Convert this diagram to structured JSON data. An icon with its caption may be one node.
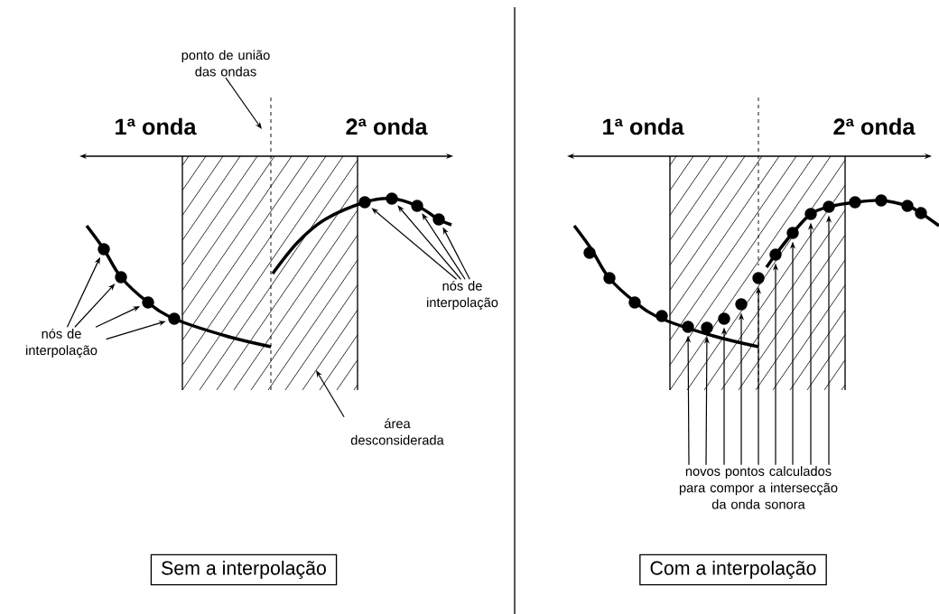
{
  "diagram": {
    "nodes": [
      {
        "text": [
          "ponto de união das ondas"
        ]
      },
      {
        "text": [
          "nós de interpolação"
        ]
      },
      {
        "text": [
          "nós de interpolação"
        ]
      },
      {
        "text": [
          "área desconsiderada"
        ]
      },
      {
        "text": [
          "novos pontos calculados para compor a intersecção da onda sonora"
        ]
      },
      {
        "text": [
          "Sem a interpolação"
        ]
      },
      {
        "text": [
          "Com a interpolação"
        ]
      },
      {
        "text": [],
        "shape": "circle"
      },
      {
        "text": [],
        "shape": "circle"
      },
      {
        "text": [],
        "shape": "circle"
      },
      {
        "text": [],
        "shape": "circle"
      },
      {
        "text": [],
        "shape": "circle"
      },
      {
        "text": [],
        "shape": "circle"
      },
      {
        "text": [],
        "shape": "circle"
      },
      {
        "text": [],
        "shape": "circle"
      },
      {
        "text": [],
        "shape": "circle"
      },
      {
        "text": [],
        "shape": "circle"
      },
      {
        "text": [],
        "shape": "circle"
      },
      {
        "text": [],
        "shape": "circle"
      },
      {
        "text": [],
        "shape": "circle"
      },
      {
        "text": [],
        "shape": "circle"
      },
      {
        "text": [],
        "shape": "circle"
      },
      {
        "text": [],
        "shape": "circle"
      },
      {
        "text": [],
        "shape": "circle"
      },
      {
        "text": [],
        "shape": "circle"
      },
      {
        "text": [],
        "shape": "circle"
      },
      {
        "text": [],
        "shape": "circle"
      },
      {
        "text": [],
        "shape": "circle"
      },
      {
        "text": [],
        "shape": "circle"
      },
      {
        "text": [],
        "shape": "circle"
      },
      {
        "text": [],
        "shape": "circle"
      },
      {
        "text": [],
        "shape": "circle"
      }
    ],
    "edges": [
      {
        "from": 0,
        "to": null,
        "arrow": "to"
      },
      {
        "from": 1,
        "to": 7,
        "arrow": "to"
      },
      {
        "from": 1,
        "to": 8,
        "arrow": "to"
      },
      {
        "from": 1,
        "to": 9,
        "arrow": "to"
      },
      {
        "from": 1,
        "to": 10,
        "arrow": "to"
      },
      {
        "from": 2,
        "to": 11,
        "arrow": "to"
      },
      {
        "from": 2,
        "to": 12,
        "arrow": "to"
      },
      {
        "from": 2,
        "to": 13,
        "arrow": "to"
      },
      {
        "from": 2,
        "to": 14,
        "arrow": "to"
      },
      {
        "from": 3,
        "to": null,
        "arrow": "to"
      },
      {
        "from": 4,
        "to": 19,
        "arrow": "to"
      },
      {
        "from": 4,
        "to": 20,
        "arrow": "to"
      },
      {
        "from": 4,
        "to": 21,
        "arrow": "to"
      },
      {
        "from": 4,
        "to": 22,
        "arrow": "to"
      },
      {
        "from": 4,
        "to": 23,
        "arrow": "to"
      },
      {
        "from": 4,
        "to": 24,
        "arrow": "to"
      },
      {
        "from": 4,
        "to": 25,
        "arrow": "to"
      },
      {
        "from": 4,
        "to": 26,
        "arrow": "to"
      },
      {
        "from": 4,
        "to": 27,
        "arrow": "to"
      }
    ],
    "labels": [
      "1ª onda",
      "2ª onda",
      "1ª onda",
      "2ª onda"
    ]
  }
}
